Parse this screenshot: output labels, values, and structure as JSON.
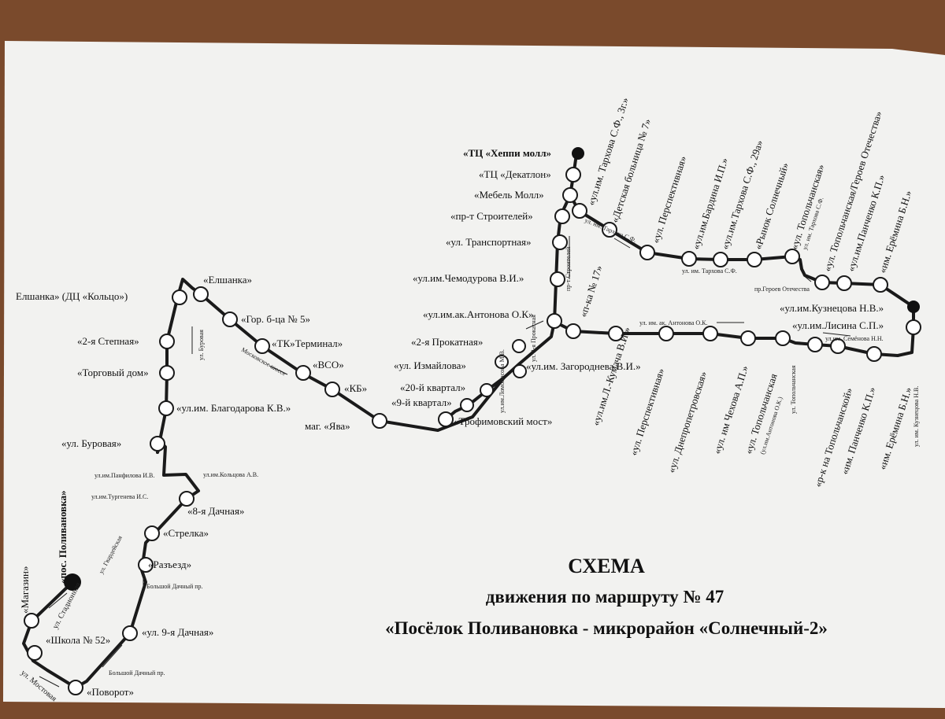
{
  "title": {
    "line1": "СХЕМА",
    "line2": "движения по маршруту № 47",
    "line3": "«Посёлок Поливановка - микрорайон «Солнечный-2»"
  },
  "colors": {
    "paper": "#f2f2f0",
    "background": "#7a4a2c",
    "route": "#1a1a1a"
  },
  "stops": {
    "poselok": "«пос. Поливановка»",
    "magazin": "«Магазин»",
    "shkola52": "«Школа № 52»",
    "povorot": "«Поворот»",
    "ul9dachnaya": "«ул. 9-я Дачная»",
    "razezd": "«Разъезд»",
    "strelka": "«Стрелка»",
    "dachnaya8": "«8-я Дачная»",
    "burovaya": "«ул. Буровая»",
    "blagodarova": "«ул.им. Благодарова К.В.»",
    "torgovyi": "«Торговый дом»",
    "stepnaya2": "«2-я Степная»",
    "elshanka_dc": "Елшанка» (ДЦ «Кольцо»)",
    "elshanka": "«Елшанка»",
    "gorbol5": "«Гор. б-ца № 5»",
    "tk_terminal": "«ТК»Терминал»",
    "vso": "«ВСО»",
    "kb": "«КБ»",
    "yava": "маг. «Ява»",
    "trofimovsky": "«Трофимовский мост»",
    "kvartal9": "«9-й квартал»",
    "kvartal20": "«20-й квартал»",
    "izmaylova": "«ул. Измайлова»",
    "zagorodneva": "«ул.им. Загороднева В.И.»",
    "prokatnaya2": "«2-я Прокатная»",
    "antonova": "«ул.им.ак.Антонова О.К»",
    "chemodurova": "«ул.им.Чемодурова В.И.»",
    "transportnaya": "«ул. Транспортная»",
    "stroiteley": "«пр-т Строителей»",
    "mebel": "«Мебель Молл»",
    "dekatlon": "«ТЦ «Декатлон»",
    "heppi": "«ТЦ «Хеппи молл»",
    "tarhova3g": "«ул.им. Тархова С.Ф., 3г.»",
    "detbol7": "«Детская больница № 7»",
    "perspektivnaya_top": "«ул. Перспективная»",
    "bardina": "«ул.им.Бардина И.П.»",
    "tarhova29a": "«ул.им.Тархова С.Ф., 29а»",
    "rynok": "«Рынок Солнечный»",
    "topolchanskaya_top": "«ул. Топольчанская»",
    "topol_geroev": "«ул. Топольчанская/Героев Отечества»",
    "panchenko_top": "«ул.им.Панченко К.П.»",
    "eremina_top": "«им. Ерёмина Б.Н.»",
    "kuznetsova": "«ул.им.Кузнецова Н.В.»",
    "lisina": "«ул.им.Лисина С.П.»",
    "pka17": "«п-ка № 17»",
    "kumacha": "«ул.им.Л.-Кумача В.И.»",
    "perspektivnaya_bot": "«ул. Перспективная»",
    "dnepropetrovskaya": "«ул. Днепропетровская»",
    "chehova": "«ул. им Чехова А.П.»",
    "topolchanskaya_bot": "«ул. Топольчанская",
    "rk_topol": "«р-к на Топольчанской»",
    "panchenko_bot": "«им. Панченко К.П.»",
    "eremina_bot": "«им. Ерёмина Б.Н.»"
  },
  "streets": {
    "stadionnaya": "ул. Стадионная",
    "mostovaya": "ул. Мостовая",
    "bolshoi_dachny1": "Большой Дачный пр.",
    "bolshoi_dachny2": "Большой Дачный пр.",
    "gvardeiskaya": "ул. Гвардейская",
    "turgeneva": "ул.им.Тургенева И.С.",
    "panfilova": "ул.им.Панфилова И.В.",
    "koltsova": "ул.им.Кольцова А.В.",
    "burovaya": "ул. Буровая",
    "moskovskoe": "Московское шоссе",
    "stroiteley": "пр-т Строителей",
    "tarhova1": "ул. им. Тархова С.Ф.",
    "tarhova2": "ул. им. Тархова С.Ф.",
    "geroev": "пр.Героев Отечества",
    "antonova": "ул. им. ак. Антонова О.К.",
    "semenova": "ул.им. Семёнова Н.Н.",
    "kuznetsova": "ул. им. Кузнецова Н.В.",
    "topolchanskaya": "ул. Топольчанская",
    "tarhova_small": "ул. им. Тархова С.Ф.",
    "antonova_small": "(ул.им.Антонова О.К.)",
    "prokatnaya_small": "ул. 2-я Прокатная",
    "lomonosova": "ул.им.Ломоносова М.В."
  }
}
